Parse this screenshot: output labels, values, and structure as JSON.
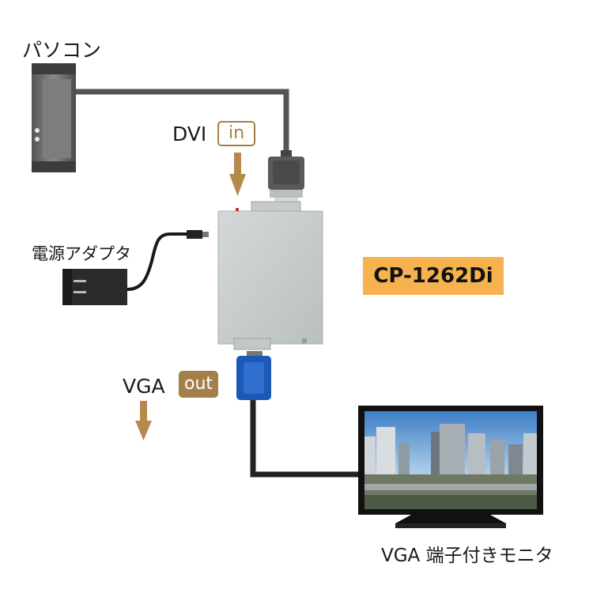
{
  "labels": {
    "pc": "パソコン",
    "dvi": "DVI",
    "dvi_tag": "in",
    "power": "電源アダプタ",
    "vga": "VGA",
    "vga_tag": "out",
    "product": "CP-1262Di",
    "monitor": "VGA 端子付きモニタ"
  },
  "colors": {
    "accent": "#a57f4a",
    "badge": "#f6b24f",
    "device": "#c7cdcd",
    "vga_connector": "#1c58b5",
    "cable": "#2a2a2a"
  },
  "icons": [
    "pc-tower-icon",
    "dvi-connector-icon",
    "power-adapter-icon",
    "converter-box-icon",
    "vga-connector-icon",
    "monitor-icon",
    "down-arrow-icon"
  ]
}
